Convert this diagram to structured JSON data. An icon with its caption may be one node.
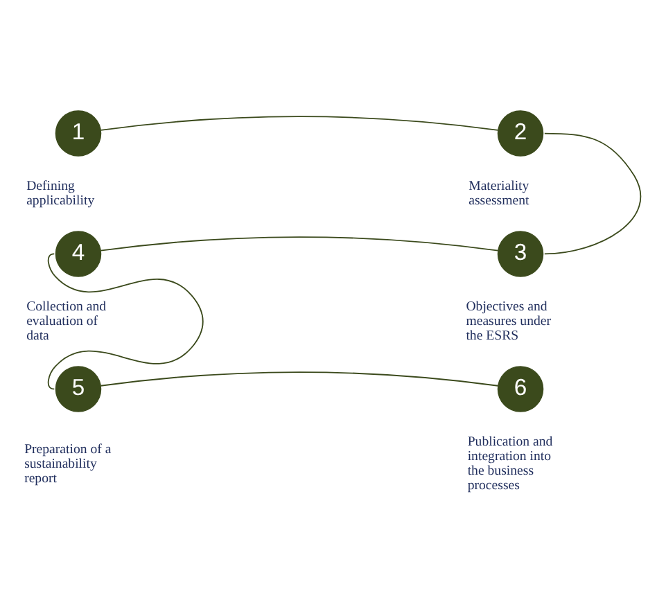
{
  "diagram": {
    "nodes": [
      {
        "text": [
          "1"
        ],
        "beside": [
          "Defining applicability"
        ]
      },
      {
        "text": [
          "2"
        ],
        "beside": [
          "Materiality assessment"
        ]
      },
      {
        "text": [
          "3"
        ],
        "beside": [
          "Objectives and measures under the ESRS"
        ]
      },
      {
        "text": [
          "4"
        ],
        "beside": [
          "Collection and evaluation of data"
        ]
      },
      {
        "text": [
          "5"
        ],
        "beside": [
          "Preparation of a sustainability report"
        ]
      },
      {
        "text": [
          "6"
        ],
        "beside": [
          "Publication and integration into the business processes"
        ]
      }
    ],
    "edges": [
      {
        "from": 0,
        "to": 1,
        "arrow": "none"
      },
      {
        "from": 1,
        "to": 2,
        "arrow": "none"
      },
      {
        "from": 2,
        "to": 3,
        "arrow": "none"
      },
      {
        "from": 3,
        "to": 4,
        "arrow": "none"
      },
      {
        "from": 4,
        "to": 5,
        "arrow": "none"
      }
    ]
  }
}
